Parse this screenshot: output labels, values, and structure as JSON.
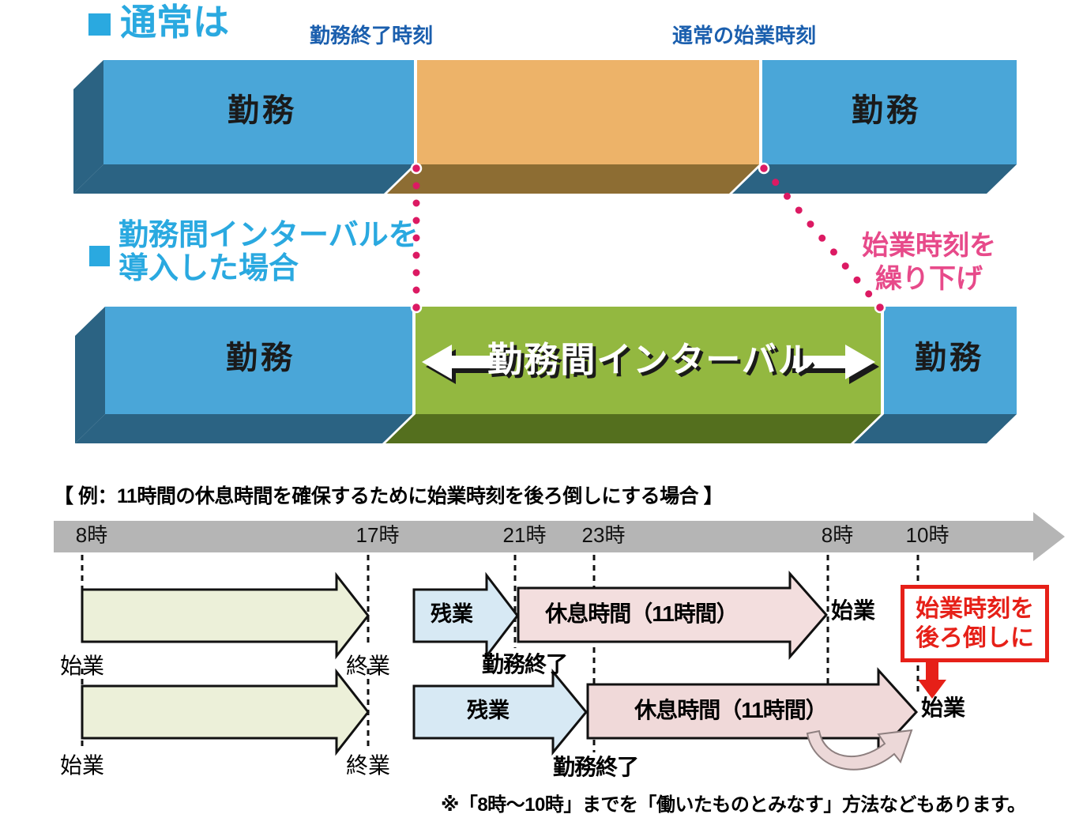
{
  "top": {
    "heading1": "通常は",
    "end_time_label": "勤務終了時刻",
    "usual_start_label": "通常の始業時刻",
    "work_label_1": "勤務",
    "work_label_2": "勤務",
    "heading2_line1": "勤務間インターバルを",
    "heading2_line2": "導入した場合",
    "delay_label_line1": "始業時刻を",
    "delay_label_line2": "繰り下げ",
    "work_label_3": "勤務",
    "interval_label": "勤務間インターバル",
    "work_label_4": "勤務"
  },
  "example": {
    "title": "【 例：11時間の休息時間を確保するために始業時刻を後ろ倒しにする場合 】",
    "times": [
      "8時",
      "17時",
      "21時",
      "23時",
      "8時",
      "10時"
    ],
    "row1": {
      "start_label": "始業",
      "end_label": "終業",
      "overtime_label": "残業",
      "work_end_label": "勤務終了",
      "rest_label": "休息時間（11時間）",
      "restart_label": "始業"
    },
    "row2": {
      "start_label": "始業",
      "end_label": "終業",
      "overtime_label": "残業",
      "work_end_label": "勤務終了",
      "rest_label": "休息時間（11時間）",
      "restart_label": "始業"
    },
    "callout": {
      "line1": "始業時刻を",
      "line2": "後ろ倒しに"
    },
    "note": "※「8時～10時」までを「働いたものとみなす」方法などもあります。"
  },
  "colors": {
    "heading_blue": "#2aa9e0",
    "label_dark_blue": "#1b5fae",
    "bar_blue": "#4aa6d8",
    "bar_blue_dark": "#2b6383",
    "bar_orange": "#edb369",
    "bar_orange_dark": "#8d6d33",
    "bar_green": "#93b840",
    "bar_green_dark": "#546f1e",
    "dot_pink": "#dc1a63",
    "delay_pink": "#e74a8a",
    "timeline_gray": "#b5b5b5",
    "arrow_cream": "#ecf0d9",
    "arrow_light_blue": "#d7e9f4",
    "arrow_pink": "#f3dede",
    "callout_red": "#e62018"
  }
}
